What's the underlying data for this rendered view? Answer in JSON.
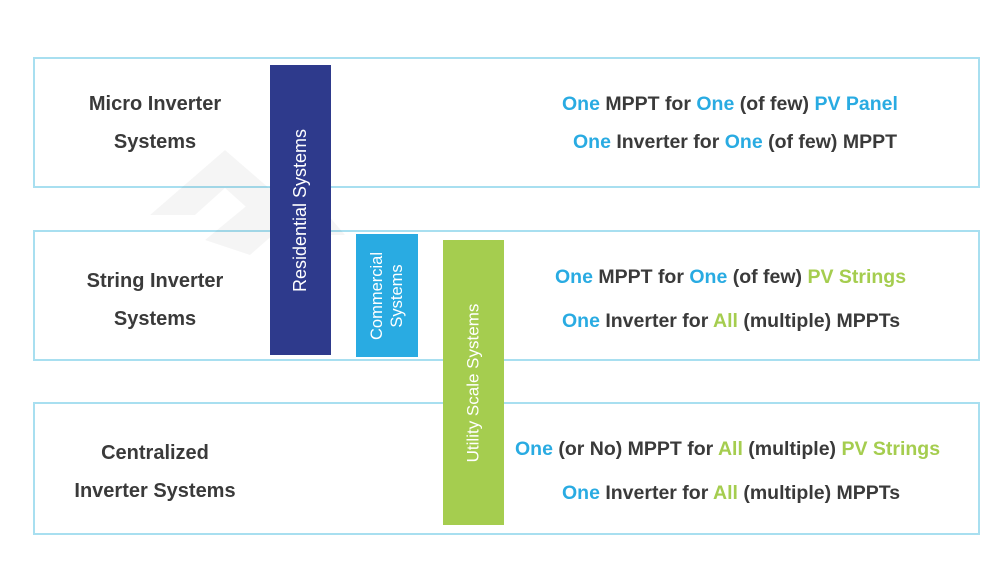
{
  "rows": {
    "micro": {
      "title_lines": [
        "Micro Inverter",
        "Systems"
      ],
      "line1": [
        {
          "text": "One",
          "color": "blue"
        },
        {
          "text": " MPPT for ",
          "color": "dark"
        },
        {
          "text": "One",
          "color": "blue"
        },
        {
          "text": " (of few) ",
          "color": "dark"
        },
        {
          "text": "PV Panel",
          "color": "blue"
        }
      ],
      "line2": [
        {
          "text": "One",
          "color": "blue"
        },
        {
          "text": " Inverter for ",
          "color": "dark"
        },
        {
          "text": "One",
          "color": "blue"
        },
        {
          "text": " (of few) MPPT",
          "color": "dark"
        }
      ]
    },
    "string": {
      "title_lines": [
        "String Inverter",
        "Systems"
      ],
      "line1": [
        {
          "text": "One",
          "color": "blue"
        },
        {
          "text": " MPPT for ",
          "color": "dark"
        },
        {
          "text": "One",
          "color": "blue"
        },
        {
          "text": " (of few) ",
          "color": "dark"
        },
        {
          "text": "PV Strings",
          "color": "green"
        }
      ],
      "line2": [
        {
          "text": "One",
          "color": "blue"
        },
        {
          "text": " Inverter for ",
          "color": "dark"
        },
        {
          "text": "All",
          "color": "green"
        },
        {
          "text": " (multiple) MPPTs",
          "color": "dark"
        }
      ]
    },
    "central": {
      "title_lines": [
        "Centralized",
        "Inverter Systems"
      ],
      "line1": [
        {
          "text": "One",
          "color": "blue"
        },
        {
          "text": " (or No) MPPT for ",
          "color": "dark"
        },
        {
          "text": "All",
          "color": "green"
        },
        {
          "text": " (multiple) ",
          "color": "dark"
        },
        {
          "text": "PV Strings",
          "color": "green"
        }
      ],
      "line2": [
        {
          "text": "One",
          "color": "blue"
        },
        {
          "text": " Inverter for ",
          "color": "dark"
        },
        {
          "text": "All",
          "color": "green"
        },
        {
          "text": " (multiple) MPPTs",
          "color": "dark"
        }
      ]
    }
  },
  "bars": {
    "residential": "Residential Systems",
    "commercial_lines": [
      "Commercial",
      "Systems"
    ],
    "utility": "Utility Scale Systems"
  },
  "colors": {
    "border": "#a8dff0",
    "blue": "#29abe2",
    "green": "#a5cd4f",
    "navy": "#2e3a8c",
    "dark": "#3a3a3a"
  }
}
